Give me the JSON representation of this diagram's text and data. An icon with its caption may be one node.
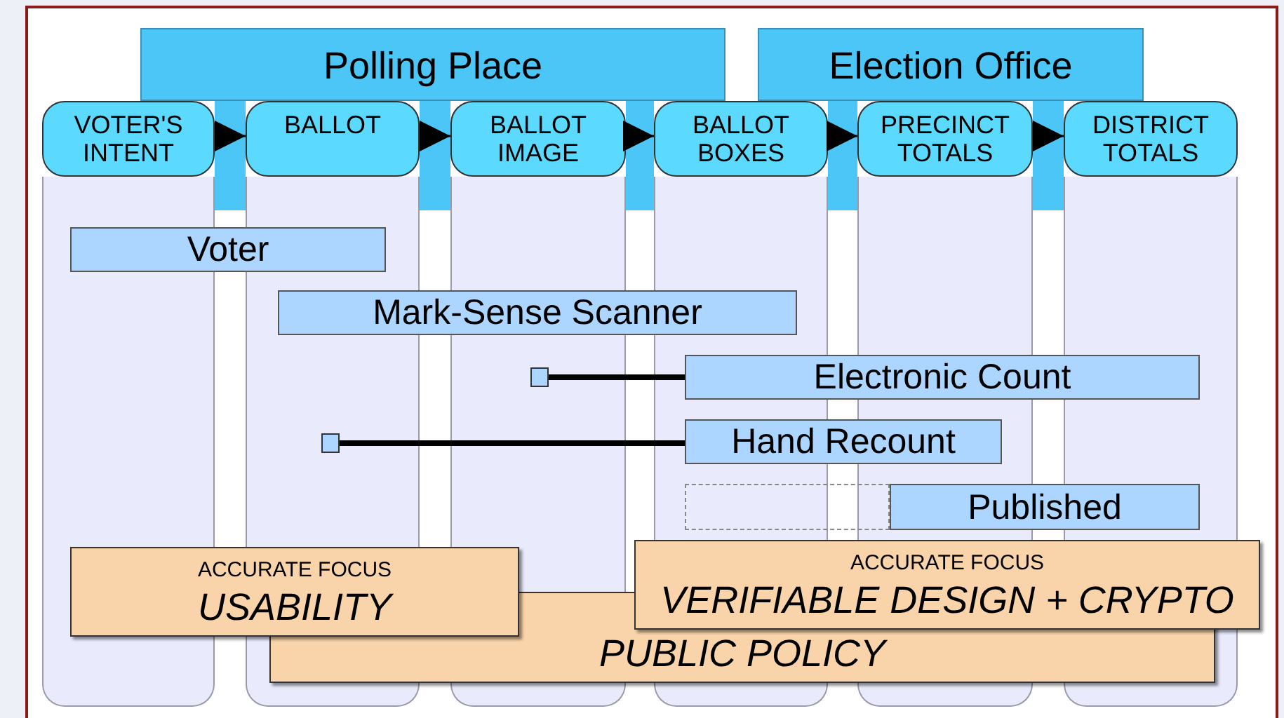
{
  "diagram": {
    "nodes": [
      {
        "text": [
          "Polling Place"
        ]
      },
      {
        "text": [
          "Election Office"
        ]
      },
      {
        "text": [
          "VOTER'S INTENT"
        ]
      },
      {
        "text": [
          "BALLOT"
        ]
      },
      {
        "text": [
          "BALLOT IMAGE"
        ]
      },
      {
        "text": [
          "BALLOT BOXES"
        ]
      },
      {
        "text": [
          "PRECINCT TOTALS"
        ]
      },
      {
        "text": [
          "DISTRICT TOTALS"
        ]
      },
      {
        "text": [
          "Voter"
        ]
      },
      {
        "text": [
          "Mark-Sense Scanner"
        ]
      },
      {
        "text": [],
        "shape": "box"
      },
      {
        "text": [
          "Electronic Count"
        ]
      },
      {
        "text": [],
        "shape": "box"
      },
      {
        "text": [
          "Hand Recount"
        ]
      },
      {
        "text": [],
        "shape": "box"
      },
      {
        "text": [
          "Published"
        ]
      },
      {
        "text": [
          "ACCURATE FOCUS",
          "VERIFIABLE DESIGN + CRYPTO"
        ]
      },
      {
        "text": [
          "ACCURATE FOCUS",
          "USABILITY"
        ]
      },
      {
        "text": [
          "PUBLIC POLICY"
        ]
      }
    ],
    "edges": [
      {
        "from": 2,
        "to": 3,
        "arrow": "to"
      },
      {
        "from": 3,
        "to": 4,
        "arrow": "to"
      },
      {
        "from": 4,
        "to": 5,
        "arrow": "to"
      },
      {
        "from": 5,
        "to": 6,
        "arrow": "to"
      },
      {
        "from": 6,
        "to": 7,
        "arrow": "to"
      },
      {
        "from": 10,
        "to": 11,
        "arrow": "none",
        "style": "thick"
      },
      {
        "from": 12,
        "to": 13,
        "arrow": "none",
        "style": "thick"
      }
    ]
  }
}
